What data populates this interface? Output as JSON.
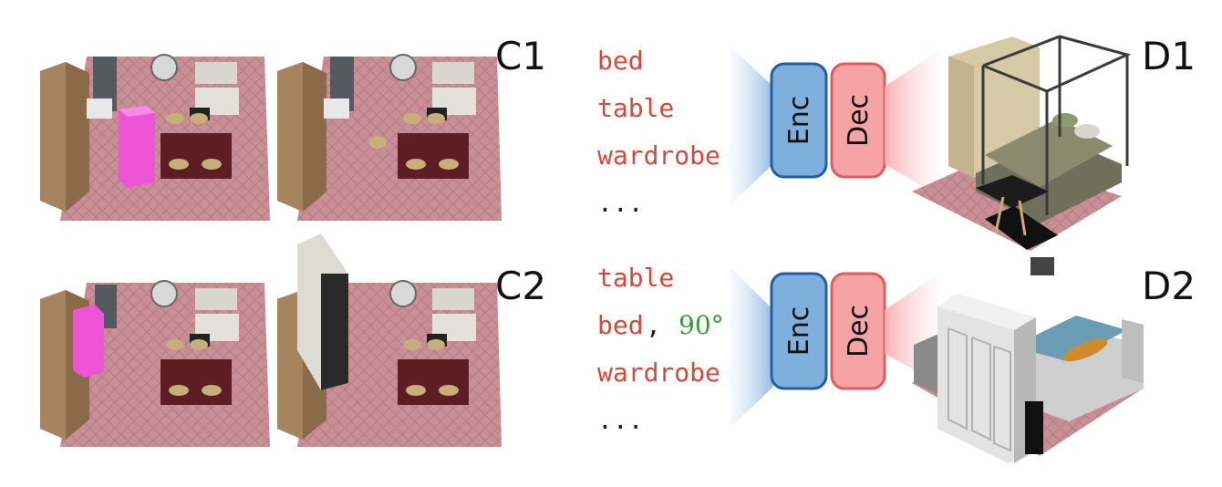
{
  "panels": {
    "c1": "C1",
    "c2": "C2",
    "d1": "D1",
    "d2": "D2"
  },
  "sequence_top": {
    "tokens": [
      "bed",
      "table",
      "wardrobe",
      "..."
    ]
  },
  "sequence_bottom": {
    "tokens": [
      "table",
      "bed",
      "wardrobe",
      "..."
    ],
    "separator": ",",
    "angle": "90°"
  },
  "model": {
    "encoder": "Enc",
    "decoder": "Dec"
  },
  "colors": {
    "token": "#d9473b",
    "angle": "#3a9a3f",
    "encoder_fill": "#7fb0dc",
    "encoder_stroke": "#1f5fa6",
    "decoder_fill": "#f6a3a6",
    "decoder_stroke": "#e25a5e",
    "floor": "#c98f96",
    "highlight": "#ee55d6"
  }
}
